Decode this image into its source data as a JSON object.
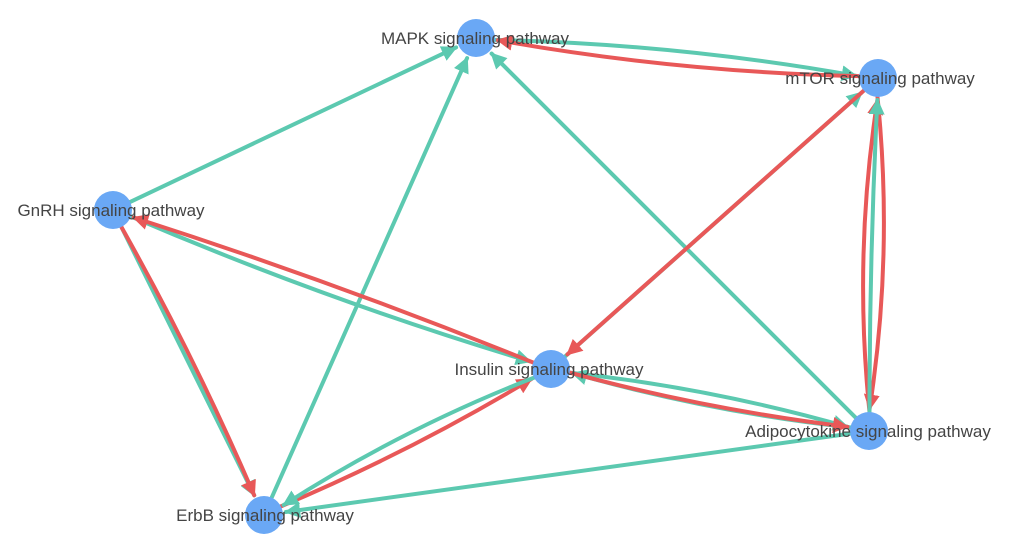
{
  "colors": {
    "background": "#ffffff",
    "node": "#6aa8f5",
    "activation_edge": "#5cc9b0",
    "inhibition_edge": "#e85858",
    "label": "#444444"
  },
  "nodes": [
    {
      "id": "mapk",
      "label": "MAPK signaling pathway"
    },
    {
      "id": "mtor",
      "label": "mTOR signaling pathway"
    },
    {
      "id": "gnrh",
      "label": "GnRH signaling pathway"
    },
    {
      "id": "insulin",
      "label": "Insulin signaling pathway"
    },
    {
      "id": "adipo",
      "label": "Adipocytokine signaling pathway"
    },
    {
      "id": "erbb",
      "label": "ErbB signaling pathway"
    }
  ],
  "edges": [
    {
      "source": "gnrh",
      "target": "mapk",
      "type": "activation"
    },
    {
      "source": "erbb",
      "target": "mapk",
      "type": "activation"
    },
    {
      "source": "adipo",
      "target": "mapk",
      "type": "activation"
    },
    {
      "source": "mapk",
      "target": "mtor",
      "type": "activation"
    },
    {
      "source": "mtor",
      "target": "mapk",
      "type": "inhibition"
    },
    {
      "source": "gnrh",
      "target": "insulin",
      "type": "activation"
    },
    {
      "source": "insulin",
      "target": "gnrh",
      "type": "inhibition"
    },
    {
      "source": "gnrh",
      "target": "erbb",
      "type": "activation"
    },
    {
      "source": "gnrh",
      "target": "erbb",
      "type": "inhibition"
    },
    {
      "source": "erbb",
      "target": "insulin",
      "type": "inhibition"
    },
    {
      "source": "insulin",
      "target": "erbb",
      "type": "activation"
    },
    {
      "source": "adipo",
      "target": "erbb",
      "type": "activation"
    },
    {
      "source": "insulin",
      "target": "mtor",
      "type": "activation"
    },
    {
      "source": "mtor",
      "target": "insulin",
      "type": "inhibition"
    },
    {
      "source": "insulin",
      "target": "adipo",
      "type": "activation"
    },
    {
      "source": "adipo",
      "target": "insulin",
      "type": "activation"
    },
    {
      "source": "insulin",
      "target": "adipo",
      "type": "inhibition"
    },
    {
      "source": "mtor",
      "target": "adipo",
      "type": "inhibition"
    },
    {
      "source": "adipo",
      "target": "mtor",
      "type": "inhibition"
    },
    {
      "source": "adipo",
      "target": "mtor",
      "type": "activation"
    }
  ]
}
